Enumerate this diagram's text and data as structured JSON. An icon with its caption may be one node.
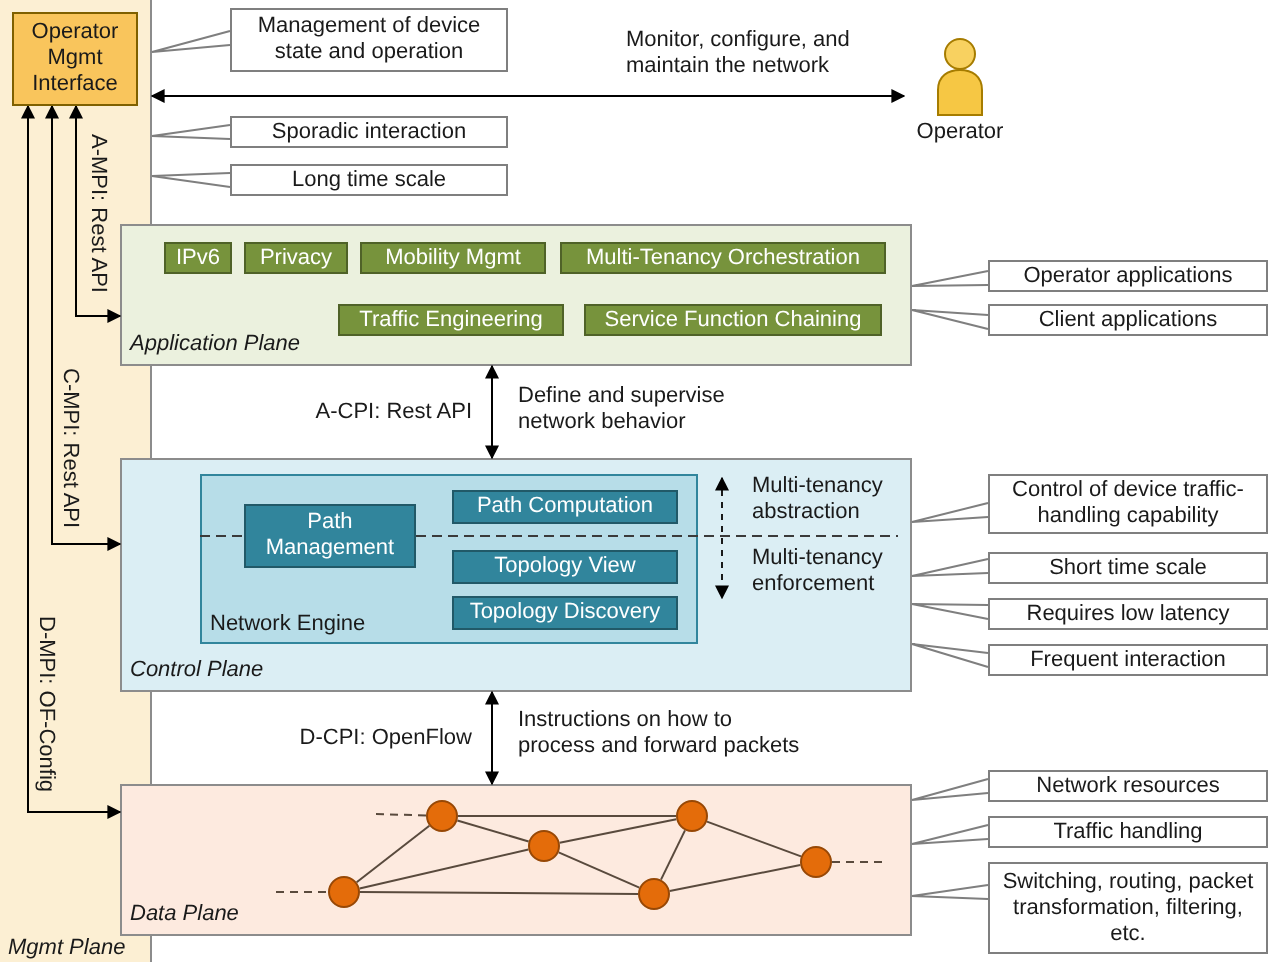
{
  "diagram": {
    "nodes": [
      {
        "text": [
          "Mgmt Plane"
        ]
      },
      {
        "text": [
          "Operator Mgmt Interface"
        ],
        "in": 0
      },
      {
        "text": [
          "Management of device state and operation"
        ]
      },
      {
        "text": [
          "Operator"
        ]
      },
      {
        "text": [
          "Sporadic interaction"
        ]
      },
      {
        "text": [
          "Long time scale"
        ]
      },
      {
        "text": [
          "Application Plane"
        ]
      },
      {
        "text": [
          "IPv6"
        ],
        "in": 6
      },
      {
        "text": [
          "Privacy"
        ],
        "in": 6
      },
      {
        "text": [
          "Mobility Mgmt"
        ],
        "in": 6
      },
      {
        "text": [
          "Multi-Tenancy Orchestration"
        ],
        "in": 6
      },
      {
        "text": [
          "Traffic Engineering"
        ],
        "in": 6
      },
      {
        "text": [
          "Service Function Chaining"
        ],
        "in": 6
      },
      {
        "text": [
          "Operator applications"
        ]
      },
      {
        "text": [
          "Client applications"
        ]
      },
      {
        "text": [
          "Control Plane"
        ]
      },
      {
        "text": [
          "Network Engine"
        ],
        "in": 15
      },
      {
        "text": [
          "Path Management"
        ],
        "in": 16
      },
      {
        "text": [
          "Path Computation"
        ],
        "in": 16
      },
      {
        "text": [
          "Topology View"
        ],
        "in": 16
      },
      {
        "text": [
          "Topology Discovery"
        ],
        "in": 16
      },
      {
        "text": [
          "Control of device traffic-handling capability"
        ]
      },
      {
        "text": [
          "Short time scale"
        ]
      },
      {
        "text": [
          "Requires low latency"
        ]
      },
      {
        "text": [
          "Frequent interaction"
        ]
      },
      {
        "text": [
          "Data Plane"
        ]
      },
      {
        "text": [],
        "shape": "circle",
        "in": 25
      },
      {
        "text": [],
        "shape": "circle",
        "in": 25
      },
      {
        "text": [],
        "shape": "circle",
        "in": 25
      },
      {
        "text": [],
        "shape": "circle",
        "in": 25
      },
      {
        "text": [],
        "shape": "circle",
        "in": 25
      },
      {
        "text": [],
        "shape": "circle",
        "in": 25
      },
      {
        "text": [
          "Network resources"
        ]
      },
      {
        "text": [
          "Traffic handling"
        ]
      },
      {
        "text": [
          "Switching, routing, packet transformation, filtering, etc."
        ]
      }
    ],
    "edges": [
      {
        "from": 1,
        "to": 6,
        "arrow": "both",
        "label": "A-MPI: Rest API"
      },
      {
        "from": 1,
        "to": 15,
        "arrow": "both",
        "label": "C-MPI: Rest API"
      },
      {
        "from": 1,
        "to": 25,
        "arrow": "both",
        "label": "D-MPI: OF-Config"
      },
      {
        "from": 0,
        "to": 3,
        "arrow": "both",
        "label": "Monitor, configure, and maintain the network"
      },
      {
        "from": 2,
        "to": 0,
        "arrow": "none"
      },
      {
        "from": 4,
        "to": 0,
        "arrow": "none"
      },
      {
        "from": 5,
        "to": 0,
        "arrow": "none"
      },
      {
        "from": 13,
        "to": 6,
        "arrow": "none"
      },
      {
        "from": 14,
        "to": 6,
        "arrow": "none"
      },
      {
        "from": 6,
        "to": 15,
        "arrow": "both",
        "label": "A-CPI: Rest API"
      },
      {
        "from": 21,
        "to": 15,
        "arrow": "none"
      },
      {
        "from": 22,
        "to": 15,
        "arrow": "none"
      },
      {
        "from": 23,
        "to": 15,
        "arrow": "none"
      },
      {
        "from": 24,
        "to": 15,
        "arrow": "none"
      },
      {
        "from": 15,
        "to": 25,
        "arrow": "both",
        "label": "D-CPI: OpenFlow"
      },
      {
        "from": 32,
        "to": 25,
        "arrow": "none"
      },
      {
        "from": 33,
        "to": 25,
        "arrow": "none"
      },
      {
        "from": 34,
        "to": 25,
        "arrow": "none"
      },
      {
        "from": 26,
        "to": 27,
        "arrow": "none",
        "color": "#594a3d"
      },
      {
        "from": 26,
        "to": 28,
        "arrow": "none",
        "color": "#594a3d"
      },
      {
        "from": 26,
        "to": 29,
        "arrow": "none",
        "color": "#594a3d"
      },
      {
        "from": 27,
        "to": 28,
        "arrow": "none",
        "color": "#594a3d"
      },
      {
        "from": 27,
        "to": 30,
        "arrow": "none",
        "color": "#594a3d"
      },
      {
        "from": 28,
        "to": 30,
        "arrow": "none",
        "color": "#594a3d"
      },
      {
        "from": 28,
        "to": 29,
        "arrow": "none",
        "color": "#594a3d"
      },
      {
        "from": 29,
        "to": 30,
        "arrow": "none",
        "color": "#594a3d"
      },
      {
        "from": 30,
        "to": 31,
        "arrow": "none",
        "color": "#594a3d"
      },
      {
        "from": 29,
        "to": 31,
        "arrow": "none",
        "color": "#594a3d"
      },
      {
        "from": null,
        "to": 27,
        "arrow": "none",
        "style": "dashed",
        "color": "#594a3d"
      },
      {
        "from": null,
        "to": 26,
        "arrow": "none",
        "style": "dashed",
        "color": "#594a3d"
      },
      {
        "from": 31,
        "to": null,
        "arrow": "none",
        "style": "dashed",
        "color": "#594a3d"
      }
    ],
    "labels": [
      "Define and supervise network behavior",
      "Multi-tenancy abstraction",
      "Multi-tenancy enforcement",
      "Instructions on how to process and forward packets"
    ]
  }
}
